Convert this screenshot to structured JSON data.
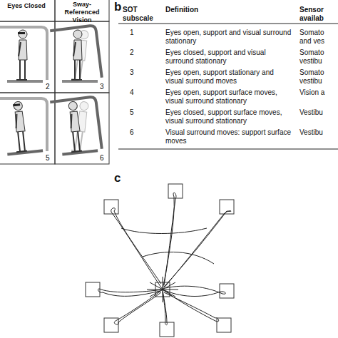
{
  "diagram": {
    "labels": [
      "Eyes Closed",
      "Sway-Referenced Vision",
      "2",
      "3",
      "5",
      "6",
      "b",
      "SOT subscale",
      "Definition",
      "Sensor availab",
      "1",
      "2",
      "3",
      "4",
      "5",
      "6",
      "Eyes open, support and visual surround stationary",
      "Eyes closed, support and visual surround stationary",
      "Eyes open, support stationary and visual surround moves",
      "Eyes open, support surface moves, visual surround stationary",
      "Eyes closed, support surface moves, visual surround stationary",
      "Visual surround moves: support surface moves",
      "Somato and ves",
      "Somato vestibu",
      "Somato vestibu",
      "Vision a",
      "Vestibu",
      "Vestibu",
      "c"
    ]
  }
}
